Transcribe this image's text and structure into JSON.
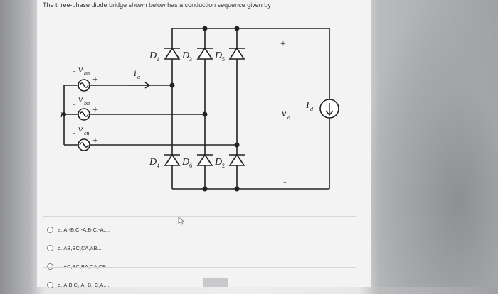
{
  "question": {
    "text": "The three-phase diode bridge shown below has a conduction sequence given by"
  },
  "circuit": {
    "neutral_label": "n",
    "sources": [
      {
        "sign_minus": "-",
        "label": "v",
        "subscript": "an",
        "sign_plus": "+"
      },
      {
        "sign_minus": "-",
        "label": "v",
        "subscript": "bn",
        "sign_plus": "+"
      },
      {
        "sign_minus": "-",
        "label": "v",
        "subscript": "cn",
        "sign_plus": "+"
      }
    ],
    "current_label": "i",
    "current_subscript": "a",
    "top_diodes": [
      {
        "letter": "D",
        "index": "1"
      },
      {
        "letter": "D",
        "index": "3"
      },
      {
        "letter": "D",
        "index": "5"
      }
    ],
    "bottom_diodes": [
      {
        "letter": "D",
        "index": "4"
      },
      {
        "letter": "D",
        "index": "6"
      },
      {
        "letter": "D",
        "index": "2"
      }
    ],
    "output_plus": "+",
    "output_minus": "-",
    "output_label": "v",
    "output_subscript": "d",
    "load_label": "I",
    "load_subscript": "d"
  },
  "options": [
    {
      "letter": "a.",
      "text": "A,-B,C,-A,B-C,-A...."
    },
    {
      "letter": "b.",
      "text": "AB,BC,CA,AB...."
    },
    {
      "letter": "c.",
      "text": "AC,BC,BA,CA,CB...."
    },
    {
      "letter": "d.",
      "text": "A,B,C,-A,-B,-C,A...."
    }
  ]
}
